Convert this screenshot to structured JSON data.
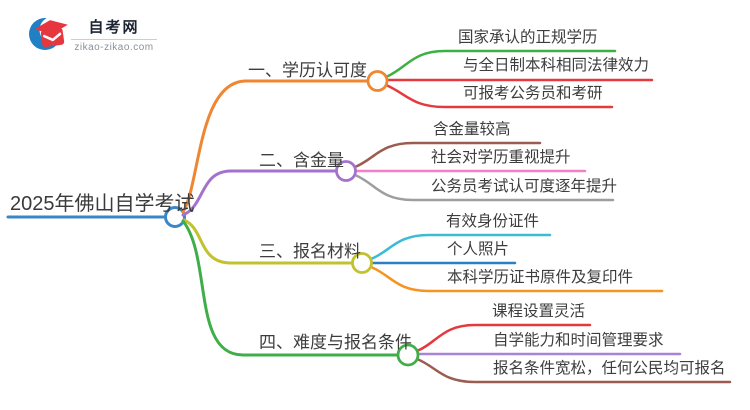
{
  "logo": {
    "title": "自考网",
    "domain": "zikao-zikao.com",
    "cap_color": "#e6373f",
    "swoosh_color": "#2080c4"
  },
  "mindmap": {
    "root": {
      "label": "2025年佛山自学考试",
      "color": "#3a86c8"
    },
    "branches": [
      {
        "label": "一、学历认可度",
        "color": "#ef8632",
        "children": [
          {
            "label": "国家承认的正规学历",
            "color": "#3cb043"
          },
          {
            "label": "与全日制本科相同法律效力",
            "color": "#e6393f"
          },
          {
            "label": "可报考公务员和考研",
            "color": "#e6393f"
          }
        ]
      },
      {
        "label": "二、含金量",
        "color": "#a472cc",
        "children": [
          {
            "label": "含金量较高",
            "color": "#9b5d50"
          },
          {
            "label": "社会对学历重视提升",
            "color": "#f080c8"
          },
          {
            "label": "公务员考试认可度逐年提升",
            "color": "#9e9e9e"
          }
        ]
      },
      {
        "label": "三、报名材料",
        "color": "#c2c22e",
        "children": [
          {
            "label": "有效身份证件",
            "color": "#3bbcd4"
          },
          {
            "label": "个人照片",
            "color": "#2b7fc3"
          },
          {
            "label": "本科学历证书原件及复印件",
            "color": "#f6941e"
          }
        ]
      },
      {
        "label": "四、难度与报名条件",
        "color": "#3fae49",
        "children": [
          {
            "label": "课程设置灵活",
            "color": "#e6393f"
          },
          {
            "label": "自学能力和时间管理要求",
            "color": "#a884d8"
          },
          {
            "label": "报名条件宽松，任何公民均可报名",
            "color": "#9b5d50"
          }
        ]
      }
    ]
  }
}
